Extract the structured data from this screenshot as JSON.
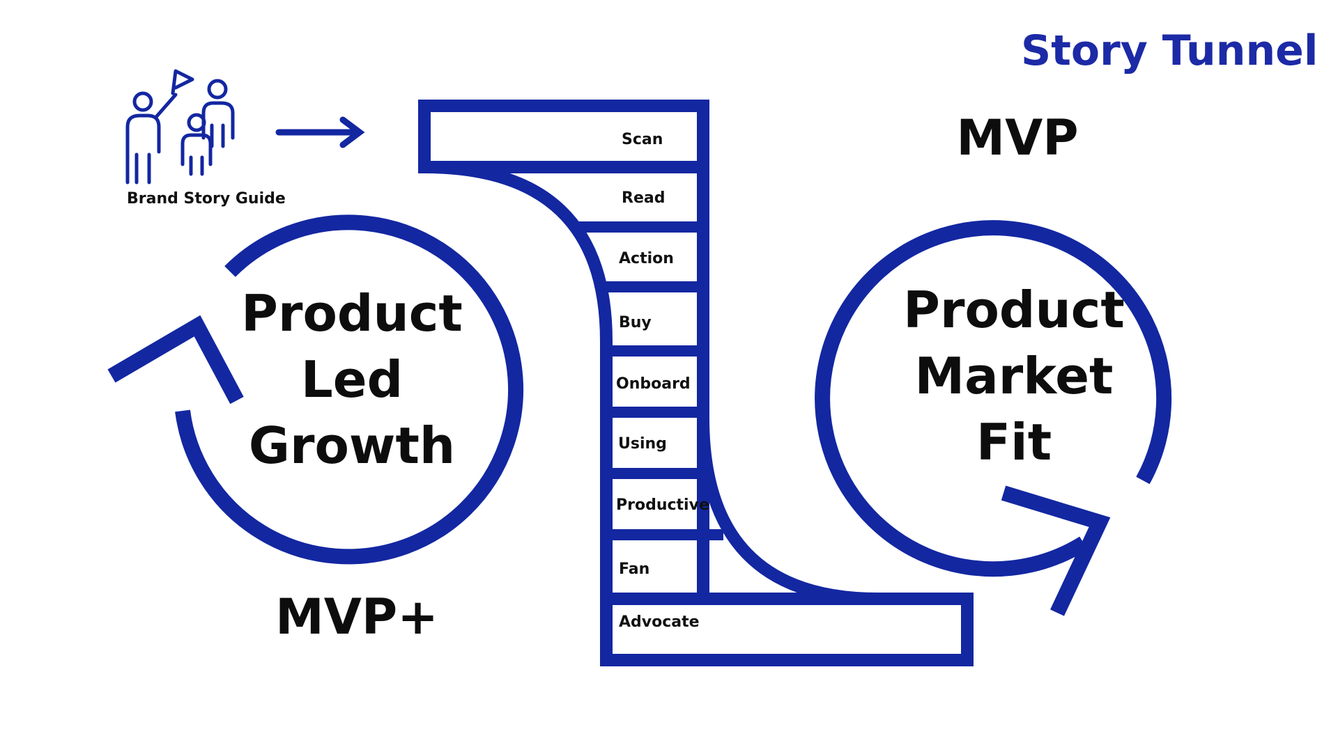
{
  "colors": {
    "accent": "#1327a1",
    "text": "#0d0d0d",
    "background": "#ffffff"
  },
  "brand": {
    "logo_text": "Story Tunnel",
    "guide_label": "Brand Story Guide"
  },
  "funnel": {
    "stages": [
      "Scan",
      "Read",
      "Action",
      "Buy",
      "Onboard",
      "Using",
      "Productive",
      "Fan",
      "Advocate"
    ]
  },
  "left_cycle": {
    "line1": "Product",
    "line2": "Led",
    "line3": "Growth",
    "caption": "MVP+"
  },
  "right_cycle": {
    "line1": "Product",
    "line2": "Market",
    "line3": "Fit",
    "caption": "MVP"
  },
  "icons": {
    "guide": "people-with-flag-icon",
    "arrow": "right-arrow-icon"
  }
}
